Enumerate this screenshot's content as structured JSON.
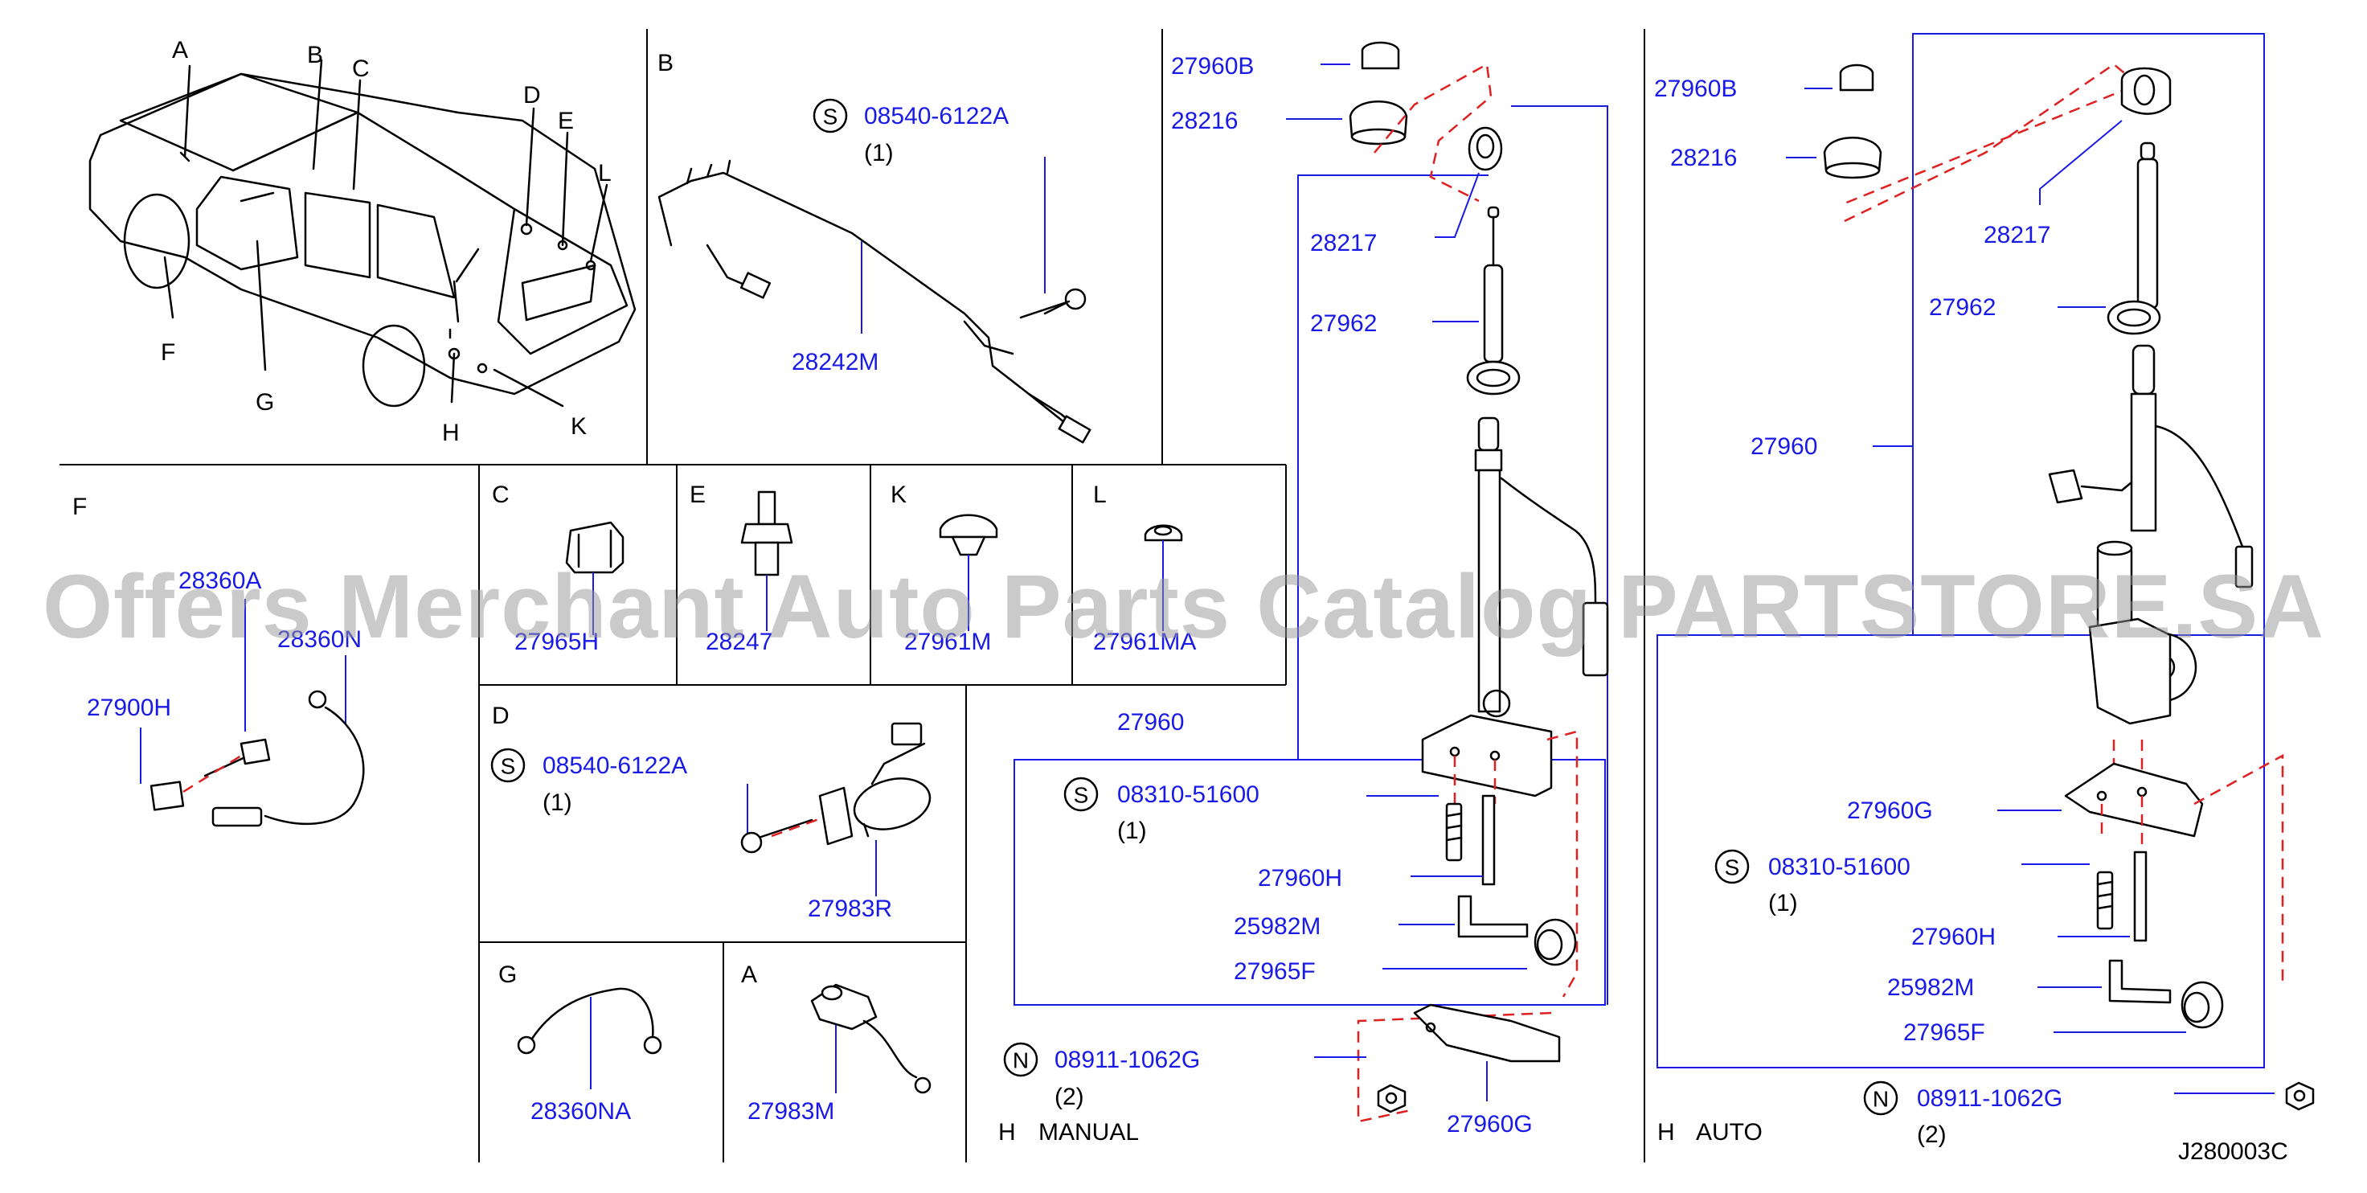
{
  "colors": {
    "part_number": "#1a1ae6",
    "line": "#000000",
    "leader": "#1a1ae6",
    "dashed": "#e02020",
    "watermark": "#969696"
  },
  "diagram_id": "J280003C",
  "watermark": "Offers Merchant Auto Parts Catalog PARTSTORE.SA",
  "overview": {
    "letters": [
      "A",
      "B",
      "C",
      "D",
      "E",
      "L",
      "F",
      "G",
      "H",
      "K"
    ]
  },
  "sections": {
    "B": {
      "letter": "B",
      "screw_symbol": "S",
      "screw_part": "08540-6122A",
      "screw_qty": "(1)",
      "part": "28242M"
    },
    "F": {
      "letter": "F",
      "parts": [
        "28360A",
        "28360N",
        "27900H"
      ]
    },
    "C": {
      "letter": "C",
      "part": "27965H"
    },
    "E": {
      "letter": "E",
      "part": "28247"
    },
    "K": {
      "letter": "K",
      "part": "27961M"
    },
    "L": {
      "letter": "L",
      "part": "27961MA"
    },
    "D": {
      "letter": "D",
      "screw_symbol": "S",
      "screw_part": "08540-6122A",
      "screw_qty": "(1)",
      "part": "27983R"
    },
    "G": {
      "letter": "G",
      "part": "28360NA"
    },
    "A": {
      "letter": "A",
      "part": "27983M"
    },
    "H_manual": {
      "title_letter": "H",
      "title": "MANUAL",
      "parts": [
        "27960B",
        "28216",
        "28217",
        "27962",
        "27960",
        "27960H",
        "25982M",
        "27965F",
        "27960G"
      ],
      "screw_symbol": "S",
      "screw_part": "08310-51600",
      "screw_qty": "(1)",
      "nut_symbol": "N",
      "nut_part": "08911-1062G",
      "nut_qty": "(2)"
    },
    "H_auto": {
      "title_letter": "H",
      "title": "AUTO",
      "parts": [
        "27960B",
        "28216",
        "28217",
        "27962",
        "27960",
        "27960G",
        "27960H",
        "25982M",
        "27965F"
      ],
      "screw_symbol": "S",
      "screw_part": "08310-51600",
      "screw_qty": "(1)",
      "nut_symbol": "N",
      "nut_part": "08911-1062G",
      "nut_qty": "(2)"
    }
  }
}
